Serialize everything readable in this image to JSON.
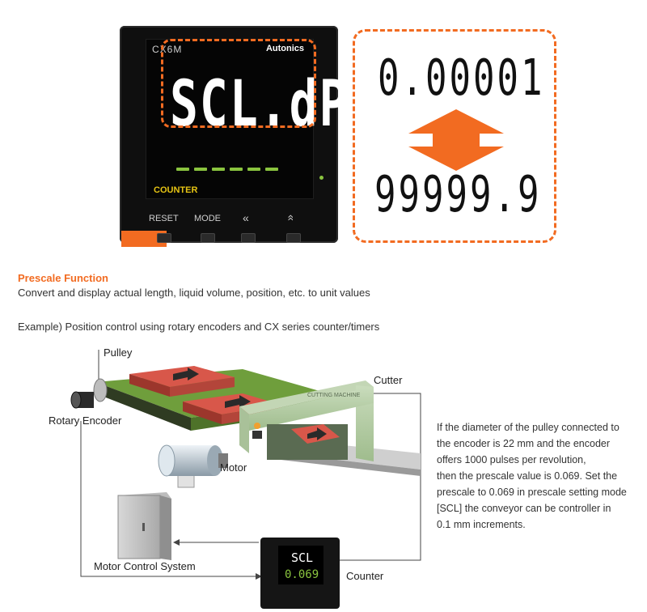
{
  "device": {
    "model": "CX6M",
    "brand": "Autonics",
    "display": "SCL.dP",
    "mode_label": "COUNTER",
    "buttons": [
      "RESET",
      "MODE",
      "«",
      "»"
    ]
  },
  "range": {
    "min": "0.00001",
    "max": "99999.9"
  },
  "prescale": {
    "title": "Prescale Function",
    "description": "Convert and display actual length, liquid volume, position, etc. to unit values",
    "example": "Example) Position control using rotary encoders and CX series counter/timers"
  },
  "diagram": {
    "pulley": "Pulley",
    "rotary_encoder": "Rotary Encoder",
    "motor": "Motor",
    "cutter": "Cutter",
    "cutting_machine": "CUTTING MACHINE",
    "motor_control_system": "Motor Control System",
    "counter": "Counter",
    "counter_display_top": "SCL",
    "counter_display_bottom": "0.069",
    "explanation_lines": [
      "If the diameter of the pulley connected to",
      "the encoder is 22 mm and the encoder",
      "offers 1000 pulses per revolution,",
      "then the prescale value is 0.069. Set the",
      "prescale to 0.069 in prescale setting mode",
      "[SCL] the conveyor can be controller in",
      "0.1 mm increments."
    ]
  },
  "colors": {
    "accent": "#f26b21",
    "indicator_green": "#8ac43f",
    "label_yellow": "#e6c414",
    "conveyor_green": "#6f9e3c",
    "sheet_red": "#c9473a"
  }
}
